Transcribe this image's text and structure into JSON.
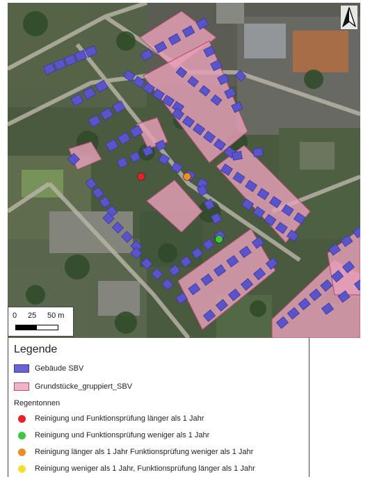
{
  "map": {
    "colors": {
      "building": "#5a54c8",
      "building_stroke": "#3a35a0",
      "parcel": "#e6a0b8",
      "parcel_stroke": "#b04a6e"
    }
  },
  "scalebar": {
    "labels": [
      "0",
      "25",
      "50 m"
    ]
  },
  "legend": {
    "title": "Legende",
    "layers": [
      {
        "label": "Gebäude SBV",
        "fill": "#6a64d2",
        "stroke": "#3a35a0"
      },
      {
        "label": "Grundstücke_gruppiert_SBV",
        "fill": "#f0b4c8",
        "stroke": "#b04a6e"
      }
    ],
    "group_title": "Regentonnen",
    "points": [
      {
        "label": "Reinigung und Funktionsprüfung länger als 1 Jahr",
        "color": "#e8202a"
      },
      {
        "label": "Reinigung und Funktionsprüfung weniger als 1 Jahr",
        "color": "#3cc83c"
      },
      {
        "label": "Reinigung länger als 1 Jahr Funktionsprüfung weniger als 1 Jahr",
        "color": "#f08c28"
      },
      {
        "label": "Reinigung weniger als 1 Jahr, Funktionsprüfung länger als 1 Jahr",
        "color": "#f0e032"
      }
    ]
  }
}
